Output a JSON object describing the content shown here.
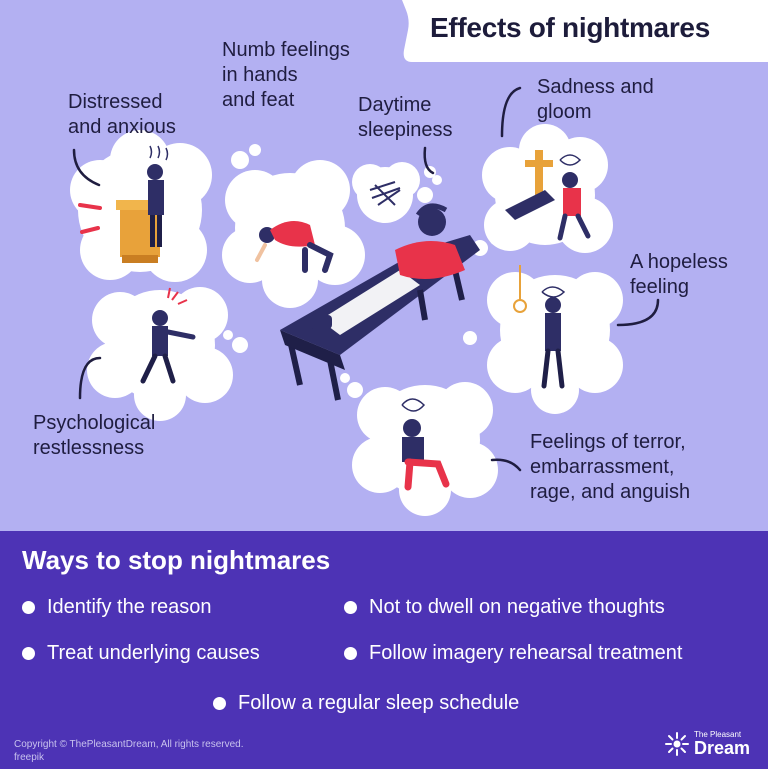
{
  "colors": {
    "top_background": "#b3b0f2",
    "bottom_background": "#4d33b5",
    "title_tab": "#ffffff",
    "text_dark": "#1f1d40",
    "text_light": "#ffffff",
    "accent_red": "#e8334a",
    "suit_navy": "#2e2e66"
  },
  "header": {
    "title": "Effects of nightmares"
  },
  "effects": [
    {
      "id": "distressed",
      "text": "Distressed\nand anxious"
    },
    {
      "id": "numb",
      "text": "Numb feelings\nin hands\nand feat"
    },
    {
      "id": "daytime",
      "text": "Daytime\nsleepiness"
    },
    {
      "id": "sadness",
      "text": "Sadness and\ngloom"
    },
    {
      "id": "hopeless",
      "text": "A hopeless\nfeeling"
    },
    {
      "id": "psychological",
      "text": "Psychological\nrestlessness"
    },
    {
      "id": "terror",
      "text": "Feelings of terror,\nembarrassment,\nrage, and anguish"
    }
  ],
  "ways": {
    "title": "Ways to stop nightmares",
    "items": [
      "Identify the reason",
      "Not to dwell on negative thoughts",
      "Treat underlying causes",
      "Follow imagery rehearsal treatment",
      "Follow a regular sleep schedule"
    ]
  },
  "footer": {
    "copyright": "Copyright © ThePleasantDream, All rights reserved.\nfreepik",
    "brand_small": "The Pleasant",
    "brand_big": "Dream",
    "brand_icon": "dream-logo-icon"
  }
}
